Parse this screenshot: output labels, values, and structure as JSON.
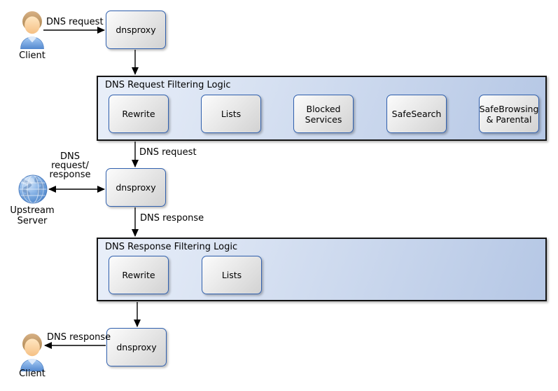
{
  "nodes": {
    "client_top": {
      "label": "Client"
    },
    "client_bottom": {
      "label": "Client"
    },
    "upstream": {
      "label": "Upstream Server"
    },
    "proxy1": {
      "label": "dnsproxy"
    },
    "proxy2": {
      "label": "dnsproxy"
    },
    "proxy3": {
      "label": "dnsproxy"
    }
  },
  "request_pipeline": {
    "title": "DNS Request Filtering Logic",
    "steps": [
      {
        "label": "Rewrite"
      },
      {
        "label": "Lists"
      },
      {
        "label": "Blocked Services"
      },
      {
        "label": "SafeSearch"
      },
      {
        "label": "SafeBrowsing & Parental"
      }
    ]
  },
  "response_pipeline": {
    "title": "DNS Response Filtering Logic",
    "steps": [
      {
        "label": "Rewrite"
      },
      {
        "label": "Lists"
      }
    ]
  },
  "edges": {
    "client_request": "DNS request",
    "filtered_request": "DNS request",
    "upstream_exchange": "DNS request/ response",
    "proxy_response": "DNS response",
    "client_response": "DNS response"
  },
  "icons": {
    "client": "person-icon",
    "upstream": "globe-icon"
  },
  "colors": {
    "container_border": "#141414",
    "container_fill_start": "#e9eff9",
    "container_fill_end": "#b5c7e5",
    "node_border": "#3060ae",
    "node_fill_start": "#fcfcfc",
    "node_fill_end": "#d2d2d2",
    "arrow": "#000000"
  }
}
